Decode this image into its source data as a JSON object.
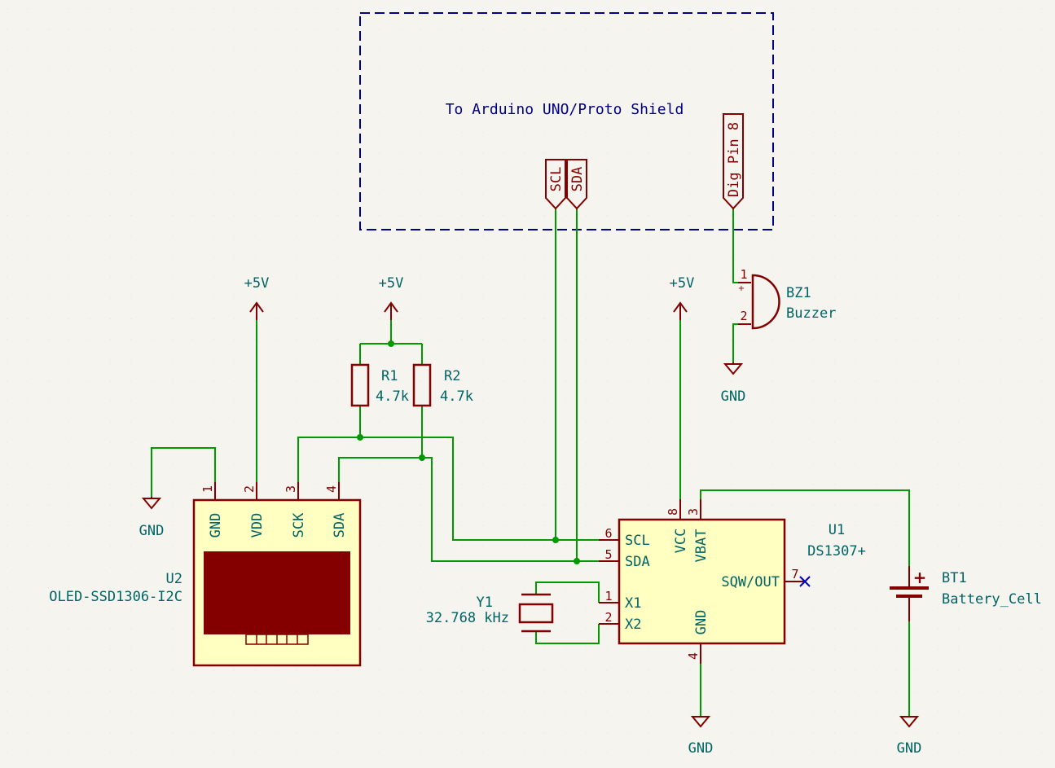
{
  "box": {
    "label": "To Arduino UNO/Proto Shield"
  },
  "hier_labels": {
    "scl": "SCL",
    "sda": "SDA",
    "dig8": "Dig Pin 8"
  },
  "power": {
    "p5v_left": "+5V",
    "p5v_mid": "+5V",
    "p5v_right": "+5V"
  },
  "gnd": {
    "oled": "GND",
    "buzzer": "GND",
    "u1": "GND",
    "battery": "GND"
  },
  "r1": {
    "ref": "R1",
    "value": "4.7k"
  },
  "r2": {
    "ref": "R2",
    "value": "4.7k"
  },
  "bz1": {
    "ref": "BZ1",
    "value": "Buzzer",
    "pin1": "1",
    "pin2": "2",
    "plus": "+"
  },
  "u2": {
    "ref": "U2",
    "value": "OLED-SSD1306-I2C",
    "pins": [
      {
        "num": "1",
        "name": "GND"
      },
      {
        "num": "2",
        "name": "VDD"
      },
      {
        "num": "3",
        "name": "SCK"
      },
      {
        "num": "4",
        "name": "SDA"
      }
    ]
  },
  "u1": {
    "ref": "U1",
    "value": "DS1307+",
    "pins": {
      "scl": {
        "num": "6",
        "name": "SCL"
      },
      "sda": {
        "num": "5",
        "name": "SDA"
      },
      "x1": {
        "num": "1",
        "name": "X1"
      },
      "x2": {
        "num": "2",
        "name": "X2"
      },
      "vcc": {
        "num": "8",
        "name": "VCC"
      },
      "vbat": {
        "num": "3",
        "name": "VBAT"
      },
      "gnd": {
        "num": "4",
        "name": "GND"
      },
      "sqw": {
        "num": "7",
        "name": "SQW/OUT"
      }
    }
  },
  "y1": {
    "ref": "Y1",
    "value": "32.768 kHz"
  },
  "bt1": {
    "ref": "BT1",
    "value": "Battery_Cell",
    "plus": "+"
  },
  "colors": {
    "wire": "#009900",
    "symbol": "#840000",
    "body_fill": "#ffffc2",
    "text": "#006464",
    "box": "#000084",
    "background": "#f5f4ef",
    "nc": "#0000c2"
  }
}
